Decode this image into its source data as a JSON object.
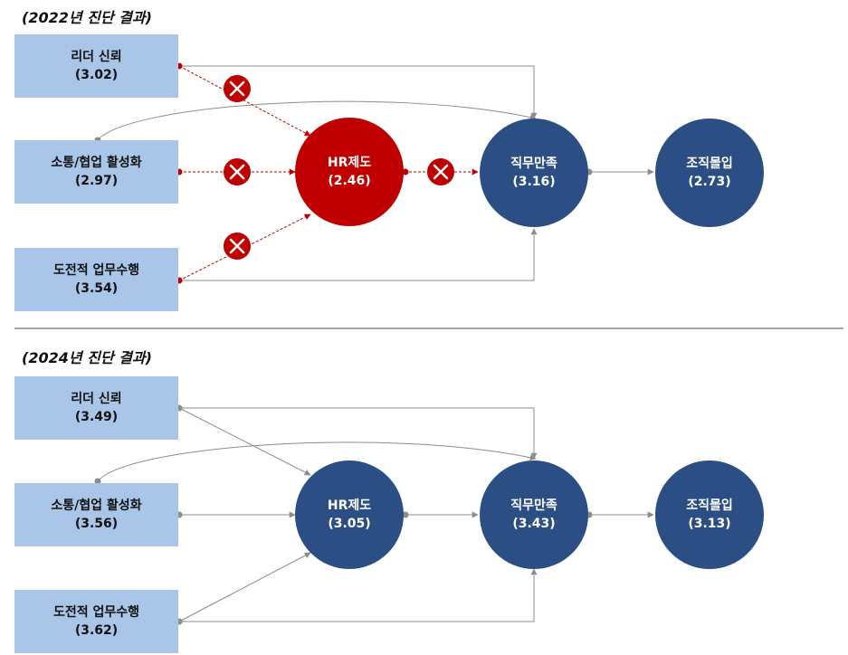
{
  "sections": [
    {
      "title": "(2022년 진단 결과)",
      "boxes": [
        {
          "label": "리더 신뢰",
          "score": "(3.02)"
        },
        {
          "label": "소통/협업 활성화",
          "score": "(2.97)"
        },
        {
          "label": "도전적 업무수행",
          "score": "(3.54)"
        }
      ],
      "nodes": [
        {
          "label": "HR제도",
          "score": "(2.46)"
        },
        {
          "label": "직무만족",
          "score": "(3.16)"
        },
        {
          "label": "조직몰입",
          "score": "(2.73)"
        }
      ]
    },
    {
      "title": "(2024년 진단 결과)",
      "boxes": [
        {
          "label": "리더 신뢰",
          "score": "(3.49)"
        },
        {
          "label": "소통/협업 활성화",
          "score": "(3.56)"
        },
        {
          "label": "도전적 업무수행",
          "score": "(3.62)"
        }
      ],
      "nodes": [
        {
          "label": "HR제도",
          "score": "(3.05)"
        },
        {
          "label": "직무만족",
          "score": "(3.43)"
        },
        {
          "label": "조직몰입",
          "score": "(3.13)"
        }
      ]
    }
  ],
  "colors": {
    "box_fill": "#a9c5e7",
    "node_blue": "#2b4f84",
    "node_red": "#c00000",
    "connector_gray": "#8c8c8c",
    "rejected_red": "#c00000"
  }
}
